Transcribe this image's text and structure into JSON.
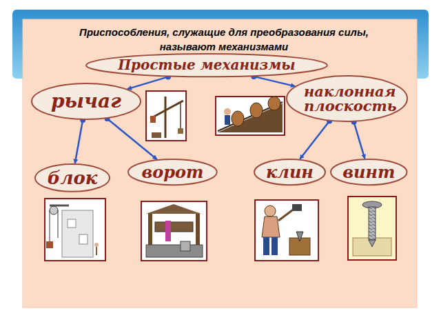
{
  "diagram": {
    "title": "Приспособления, служащие для преобразования силы, называют механизмами",
    "nodes": [
      {
        "text": [
          "Простые механизмы"
        ]
      },
      {
        "text": [
          "рычаг"
        ]
      },
      {
        "text": [
          "наклонная плоскость"
        ]
      },
      {
        "text": [
          "блок"
        ]
      },
      {
        "text": [
          "ворот"
        ]
      },
      {
        "text": [
          "клин"
        ]
      },
      {
        "text": [
          "винт"
        ]
      }
    ],
    "edges": [
      {
        "from": 0,
        "to": 1,
        "arrow": "to"
      },
      {
        "from": 0,
        "to": 2,
        "arrow": "to"
      },
      {
        "from": 1,
        "to": 3,
        "arrow": "to"
      },
      {
        "from": 1,
        "to": 4,
        "arrow": "to"
      },
      {
        "from": 2,
        "to": 5,
        "arrow": "to"
      },
      {
        "from": 2,
        "to": 6,
        "arrow": "to"
      }
    ]
  }
}
